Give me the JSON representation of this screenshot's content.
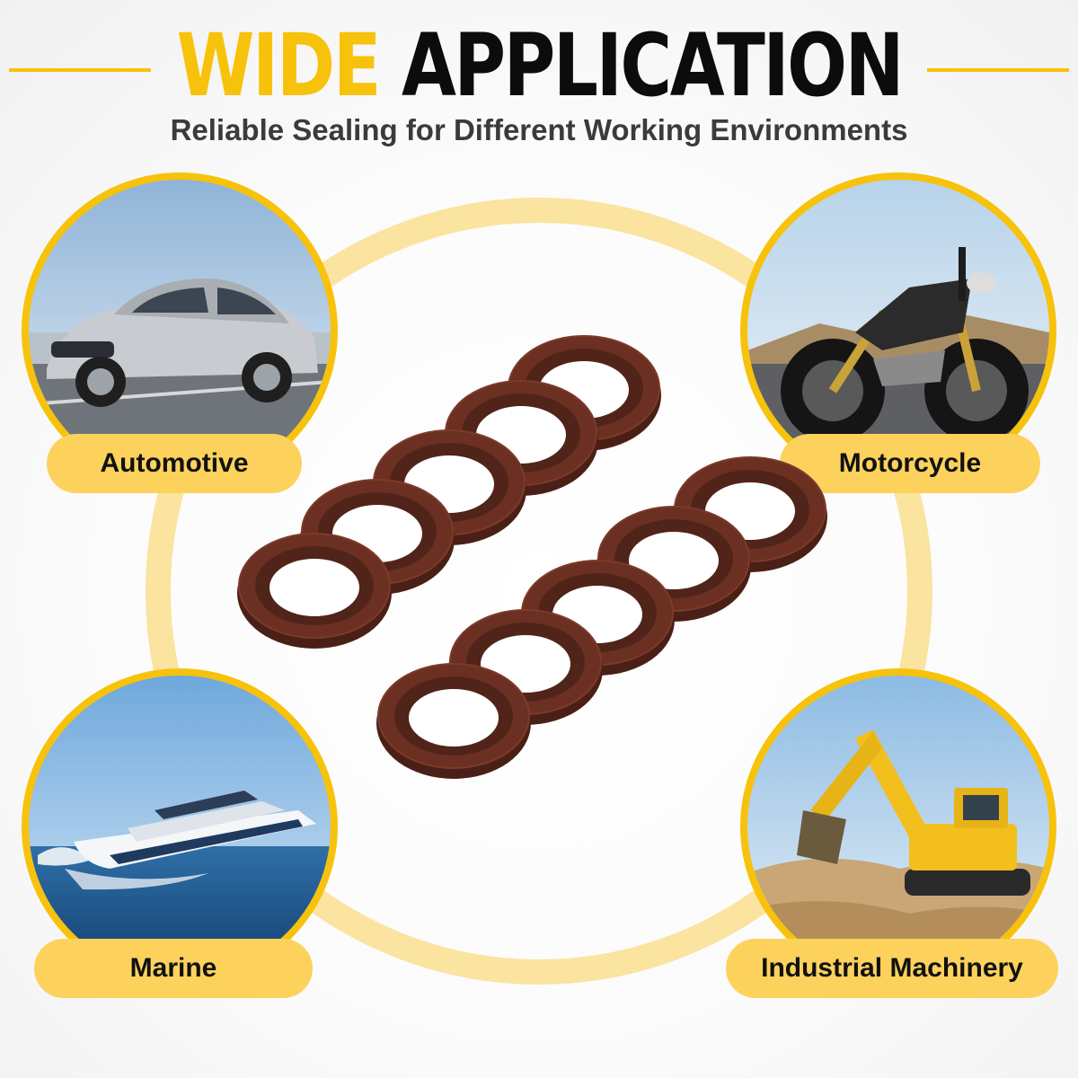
{
  "header": {
    "title_accent": "WIDE",
    "title_main": "APPLICATION",
    "subtitle": "Reliable Sealing for Different Working Environments"
  },
  "applications": [
    {
      "label": "Automotive",
      "icon": "car-photo"
    },
    {
      "label": "Motorcycle",
      "icon": "motorcycle-photo"
    },
    {
      "label": "Marine",
      "icon": "boat-photo"
    },
    {
      "label": "Industrial Machinery",
      "icon": "excavator-photo"
    }
  ],
  "colors": {
    "accent": "#f7c20b",
    "pill": "#fcd25c",
    "ring": "#fbe3a0",
    "seal": "#5e2a1e",
    "title_dark": "#0c0c0c"
  }
}
